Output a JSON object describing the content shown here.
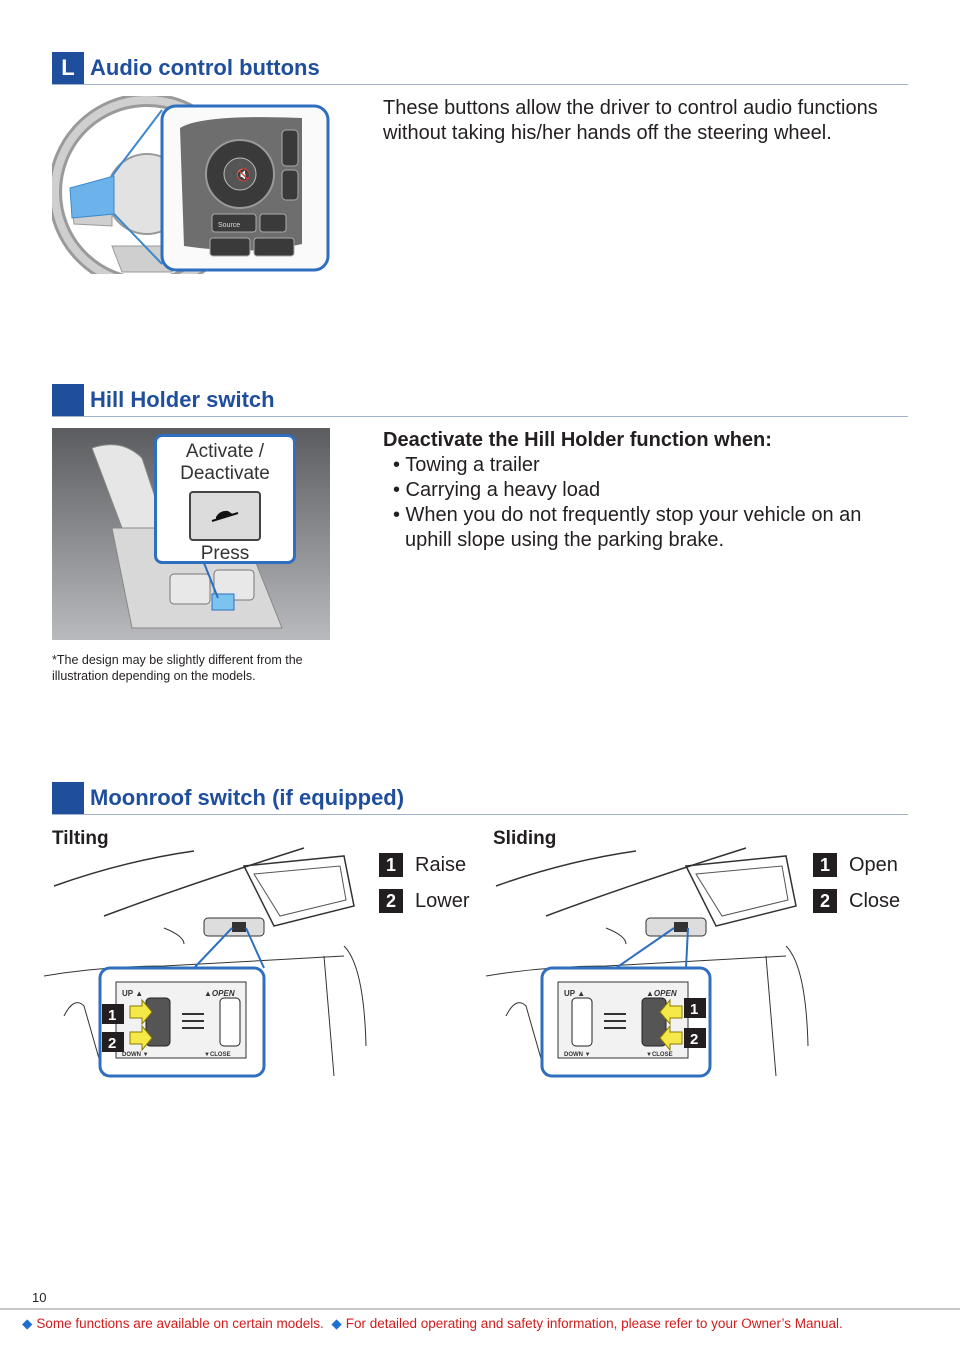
{
  "section_audio": {
    "badge": "L",
    "title": "Audio control buttons",
    "description": "These buttons allow the driver to control audio functions without taking his/her hands off the steering wheel.",
    "figure": {
      "source_label": "Source"
    }
  },
  "section_hill": {
    "title": "Hill Holder switch",
    "heading": "Deactivate the Hill Holder function when:",
    "bullets": [
      "• Towing a trailer",
      "• Carrying a heavy load",
      "• When you do not frequently stop your vehicle on an uphill slope using the parking brake."
    ],
    "callout_top": "Activate / Deactivate",
    "callout_bottom": "Press",
    "note": "*The design may be slightly different from the illustration depending on the models."
  },
  "section_moonroof": {
    "title": "Moonroof switch (if equipped)",
    "tilting": {
      "heading": "Tilting",
      "items": [
        {
          "num": "1",
          "label": "Raise"
        },
        {
          "num": "2",
          "label": "Lower"
        }
      ]
    },
    "sliding": {
      "heading": "Sliding",
      "items": [
        {
          "num": "1",
          "label": "Open"
        },
        {
          "num": "2",
          "label": "Close"
        }
      ]
    },
    "switch_labels": {
      "up": "UP ▲",
      "open": "▲OPEN",
      "down": "DOWN ▼",
      "close": "▼CLOSE"
    }
  },
  "page_number": "10",
  "footer": {
    "note1": "Some functions are available on certain models.",
    "note2": "For detailed operating and safety information, please refer to your Owner’s Manual."
  },
  "colors": {
    "accent": "#1f4e9c",
    "footer_text": "#d21c1c",
    "diamond": "#1f6fd0"
  }
}
